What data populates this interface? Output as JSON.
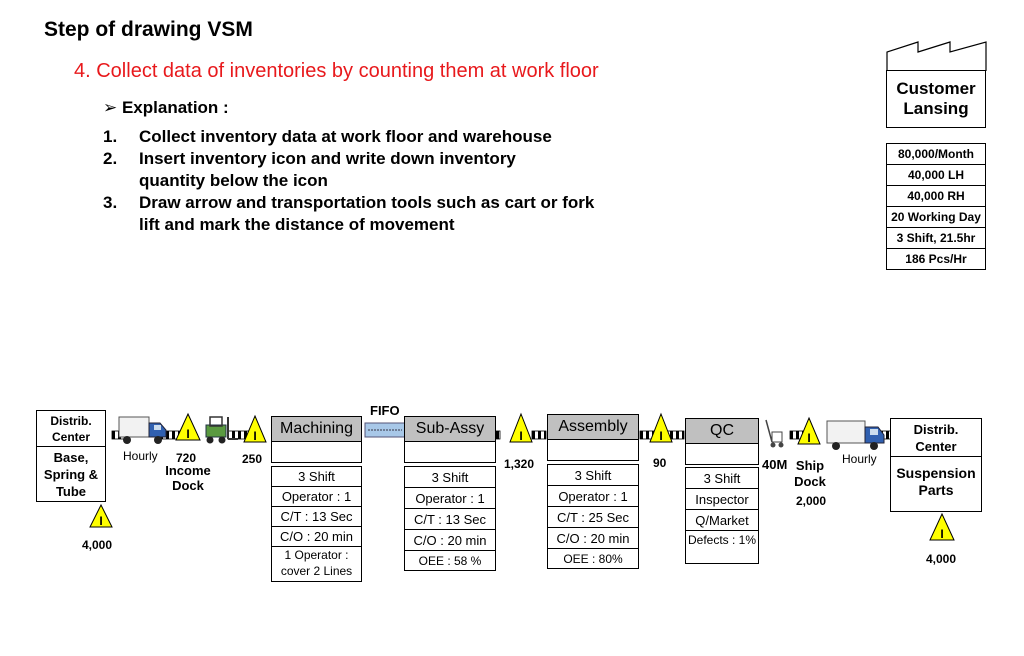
{
  "header": {
    "title": "Step of drawing VSM",
    "subtitle": "4. Collect data of inventories by counting them at work floor",
    "explanation": "➢ Explanation :",
    "steps": [
      {
        "num": "1.",
        "text": "Collect inventory data at work floor and warehouse"
      },
      {
        "num": "2.",
        "text": "Insert inventory icon and write down inventory quantity below the icon"
      },
      {
        "num": "3.",
        "text": "Draw arrow and transportation tools such as cart or fork lift and mark the distance of movement"
      }
    ]
  },
  "customer": {
    "name_line1": "Customer",
    "name_line2": "Lansing",
    "rows": [
      "80,000/Month",
      "40,000 LH",
      "40,000 RH",
      "20 Working Day",
      "3 Shift, 21.5hr",
      "186 Pcs/Hr"
    ]
  },
  "supplier": {
    "top1": "Distrib.",
    "top2": "Center",
    "body1": "Base,",
    "body2": "Spring &",
    "body3": "Tube",
    "inventory": "4,000"
  },
  "destination": {
    "top1": "Distrib.",
    "top2": "Center",
    "body1": "Suspension",
    "body2": "Parts",
    "inventory": "4,000"
  },
  "symbols": {
    "inventory_mark": "I",
    "hourly_left": "Hourly",
    "hourly_right": "Hourly",
    "income_qty": "720",
    "income_line1": "Income",
    "income_line2": "Dock",
    "inv_before_machining": "250",
    "fifo": "FIFO",
    "inv_before_assembly": "1,320",
    "inv_before_qc": "90",
    "distance": "40M",
    "ship_line1": "Ship",
    "ship_line2": "Dock",
    "ship_qty": "2,000"
  },
  "processes": [
    {
      "name": "Machining",
      "cells": [
        "3 Shift",
        "Operator : 1",
        "C/T : 13 Sec",
        "C/O : 20 min",
        "1 Operator : cover 2 Lines"
      ]
    },
    {
      "name": "Sub-Assy",
      "cells": [
        "3 Shift",
        "Operator : 1",
        "C/T : 13 Sec",
        "C/O : 20 min",
        "OEE : 58 %"
      ]
    },
    {
      "name": "Assembly",
      "cells": [
        "3 Shift",
        "Operator : 1",
        "C/T : 25 Sec",
        "C/O : 20 min",
        "OEE :  80%"
      ]
    },
    {
      "name": "QC",
      "cells": [
        "3 Shift",
        "Inspector",
        "Q/Market",
        "Defects : 1%"
      ]
    }
  ],
  "colors": {
    "subtitle": "#e8191c",
    "process_head": "#c0c0c0",
    "triangle": "#ffff00",
    "fifo": "#a8c8e8"
  }
}
